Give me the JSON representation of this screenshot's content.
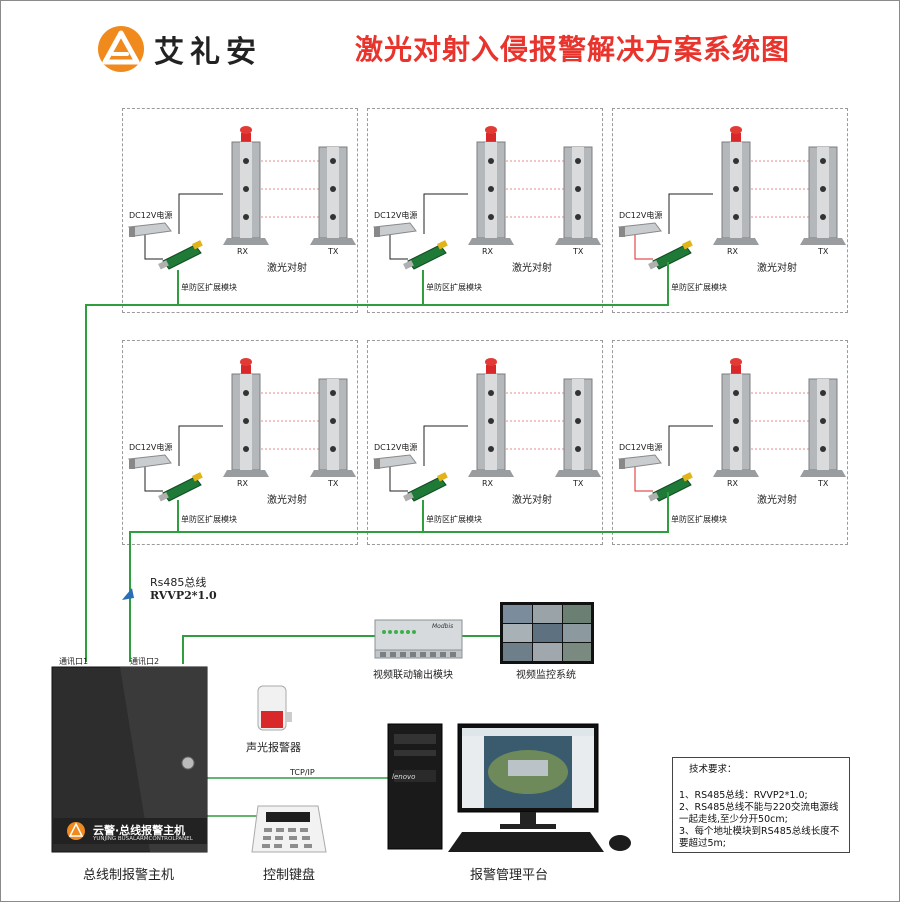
{
  "header": {
    "brand": "艾礼安",
    "title": "激光对射入侵报警解决方案系统图"
  },
  "zone": {
    "psu_label": "DC12V电源",
    "module_label": "单防区扩展模块",
    "rx_label": "RX",
    "tx_label": "TX",
    "name_label": "激光对射"
  },
  "zones": [
    {
      "id": "top-1"
    },
    {
      "id": "top-2"
    },
    {
      "id": "top-3"
    },
    {
      "id": "bottom-1"
    },
    {
      "id": "bottom-2"
    },
    {
      "id": "bottom-3"
    }
  ],
  "bus": {
    "name": "Rs485总线",
    "cable": "RVVP2*1.0",
    "port1": "通讯口1",
    "port2": "通讯口2",
    "tcpip": "TCP/IP"
  },
  "devices": {
    "video_module": "视频联动输出模块",
    "video_system": "视频监控系统",
    "siren": "声光报警器",
    "host": "总线制报警主机",
    "host_panel_brand": "云警·总线报警主机",
    "host_panel_sub": "YUNJING BUSALARMCONTROLPANEL",
    "keypad": "控制键盘",
    "platform": "报警管理平台",
    "pc_brand": "lenovo",
    "video_module_brand": "Modbis"
  },
  "tech": {
    "heading": "技术要求：",
    "items": [
      "1、RS485总线：RVVP2*1.0;",
      "2、RS485总线不能与220交流电源线一起走线,至少分开50cm;",
      "3、每个地址模块到RS485总线长度不要超过5m;"
    ]
  },
  "colors": {
    "title": "#e8342d",
    "bus": "#2e9e3e",
    "logo": "#f08a1c",
    "host_body": "#2d2d2d"
  }
}
